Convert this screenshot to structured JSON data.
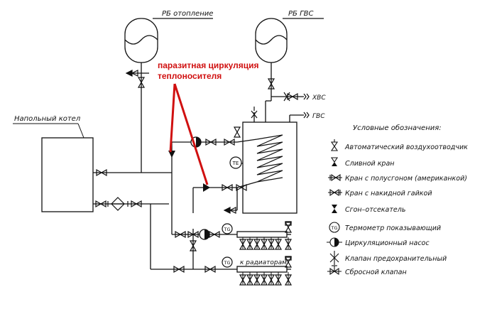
{
  "colors": {
    "line": "#111111",
    "annotation": "#d01010",
    "background": "#ffffff"
  },
  "labels": {
    "tank_heating": "РБ отопление",
    "tank_dhw": "РБ ГВС",
    "boiler": "Напольный котел",
    "cold_water": "ХВС",
    "hot_water": "ГВС",
    "radiators": "к радиаторам",
    "te_sensor": "TE",
    "tg_1": "TG",
    "tg_2": "TG",
    "annotation_line1": "паразитная циркуляция",
    "annotation_line2": "теплоносителя"
  },
  "legend": {
    "title": "Условные обозначения:",
    "items": [
      {
        "icon": "air-vent-icon",
        "text": "Автоматический воздухоотводчик"
      },
      {
        "icon": "drain-valve-icon",
        "text": "Сливной кран"
      },
      {
        "icon": "union-valve-icon",
        "text": "Кран с полусгоном (американкой)"
      },
      {
        "icon": "nut-valve-icon",
        "text": "Кран с накидной гайкой"
      },
      {
        "icon": "separator-icon",
        "text": "Сгон–отсекатель"
      },
      {
        "icon": "thermometer-icon",
        "text": "Термометр показывающий"
      },
      {
        "icon": "pump-icon",
        "text": "Циркуляционный насос"
      },
      {
        "icon": "safety-valve-icon",
        "text": "Клапан предохранительный"
      },
      {
        "icon": "relief-valve-icon",
        "text": "Сбросной клапан"
      }
    ]
  }
}
